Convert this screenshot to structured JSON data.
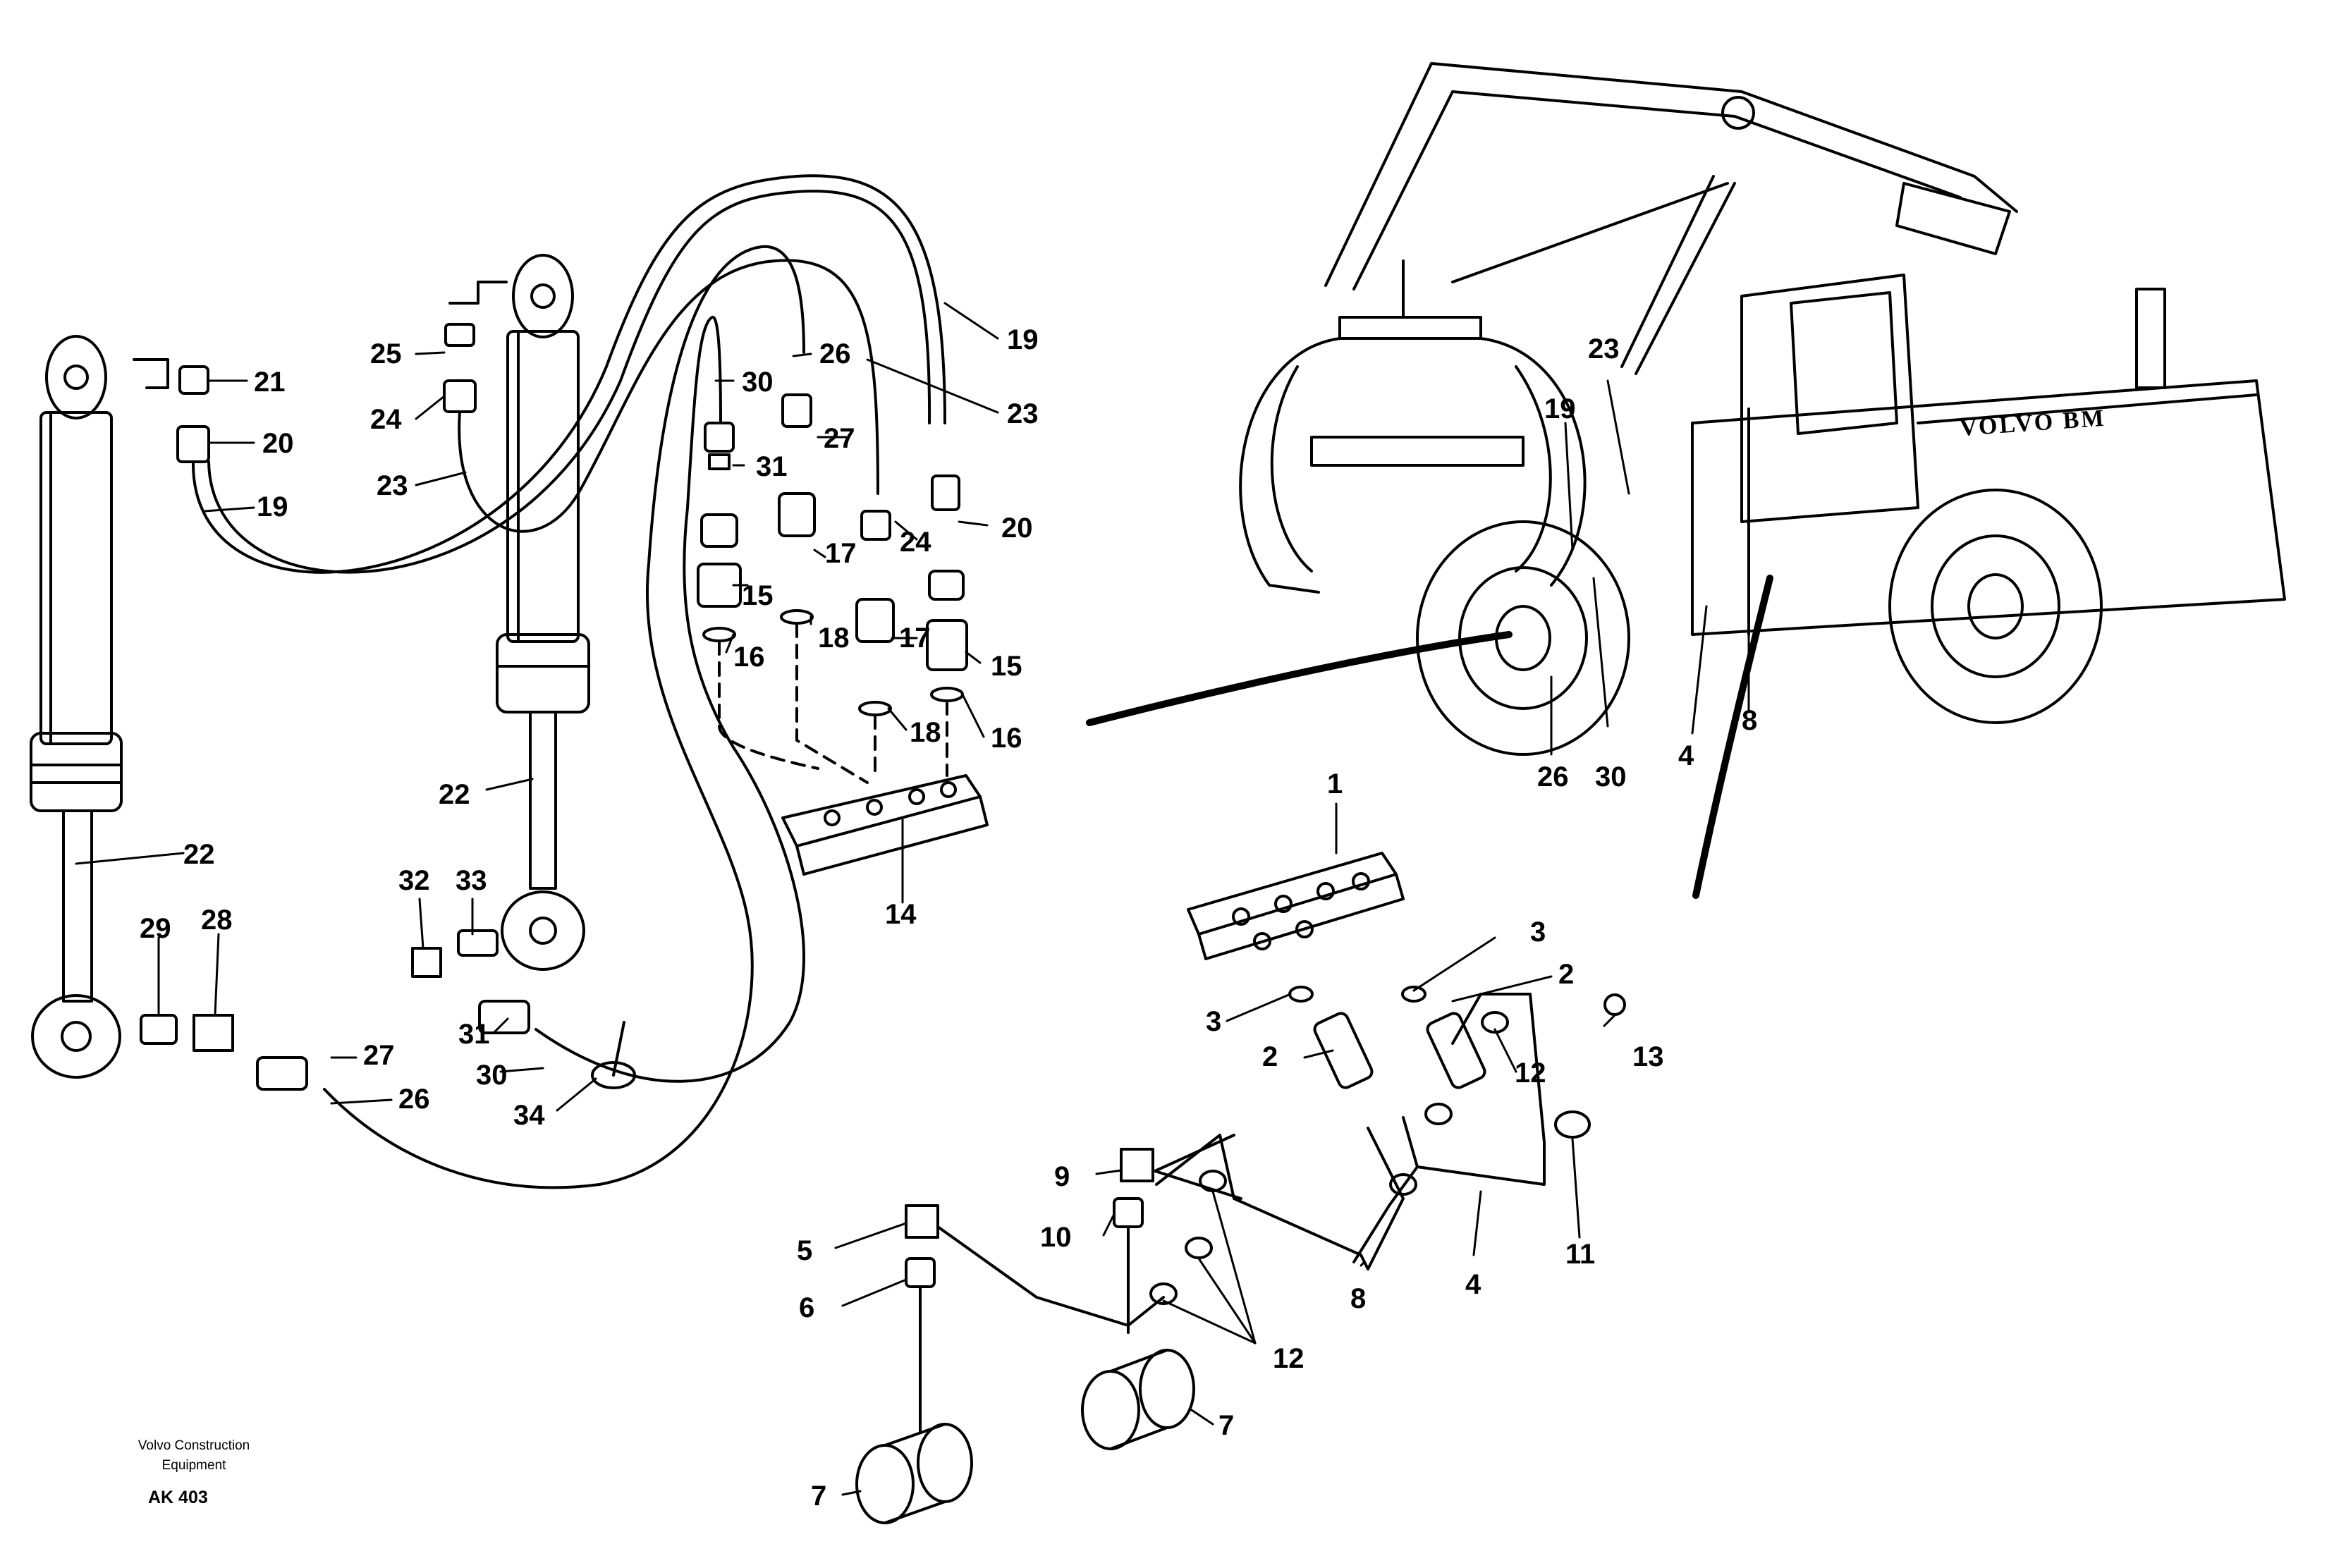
{
  "brand": {
    "machine_text": "VOLVO BM"
  },
  "footer": {
    "line1": "Volvo Construction",
    "line2": "Equipment",
    "code": "AK 403"
  },
  "callouts": {
    "c1": "1",
    "c2": "2",
    "c3": "3",
    "c4": "4",
    "c5": "5",
    "c6": "6",
    "c7": "7",
    "c8": "8",
    "c9": "9",
    "c10": "10",
    "c11": "11",
    "c12": "12",
    "c13": "13",
    "c14": "14",
    "c15": "15",
    "c16": "16",
    "c17": "17",
    "c18": "18",
    "c19": "19",
    "c20": "20",
    "c21": "21",
    "c22": "22",
    "c23": "23",
    "c24": "24",
    "c25": "25",
    "c26": "26",
    "c27": "27",
    "c28": "28",
    "c29": "29",
    "c30": "30",
    "c31": "31",
    "c32": "32",
    "c33": "33",
    "c34": "34"
  }
}
